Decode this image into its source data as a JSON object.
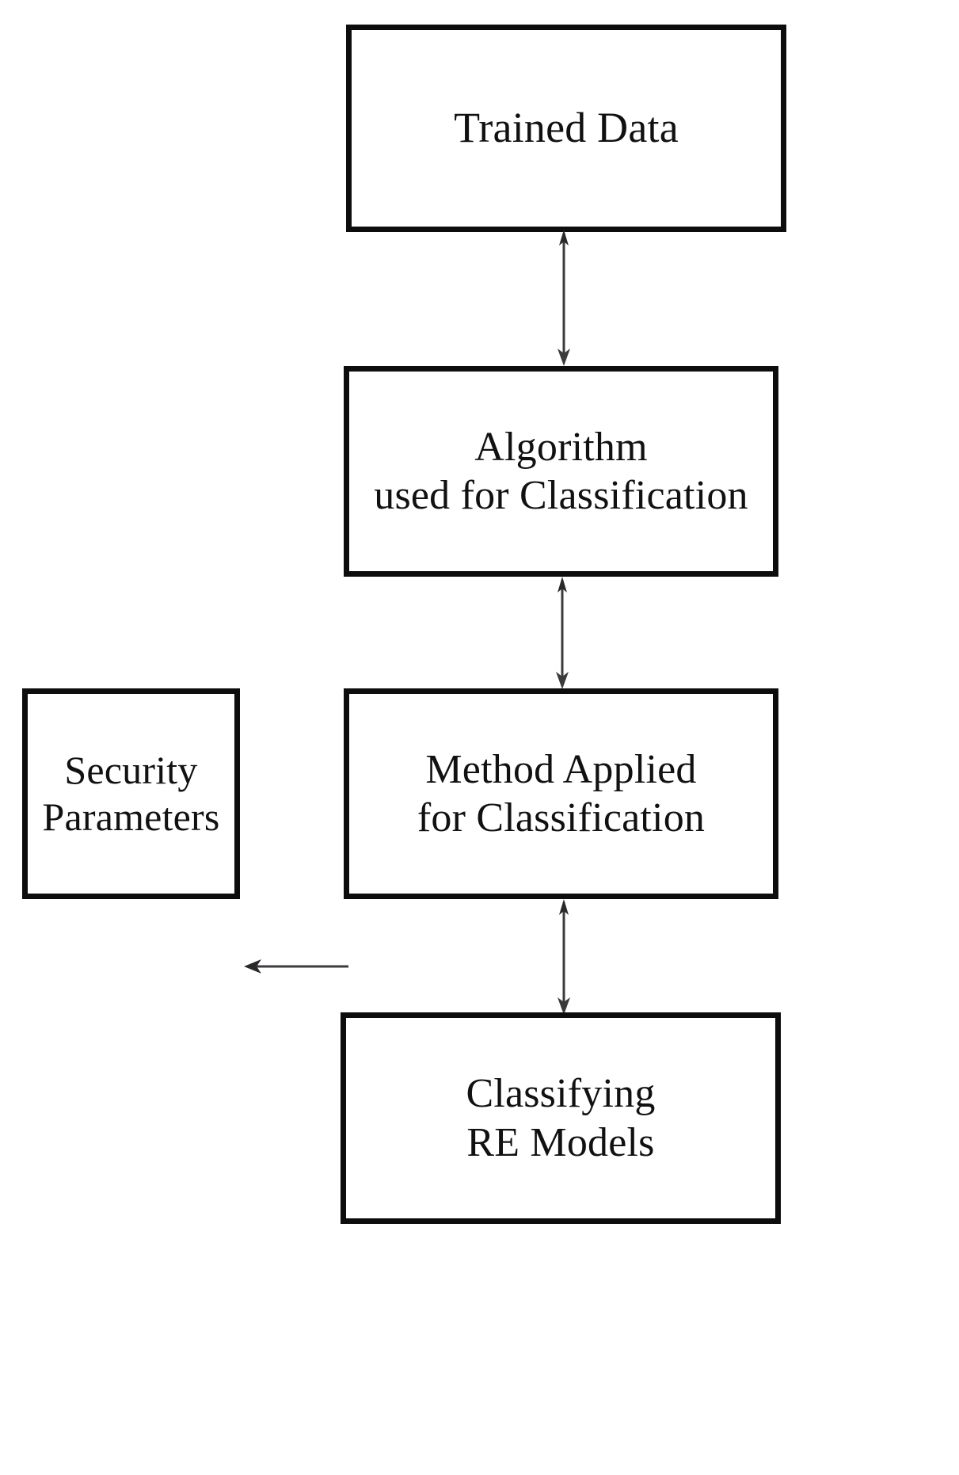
{
  "diagram": {
    "title": "Classification workflow flowchart",
    "background_color": "#ffffff",
    "stroke_color": "#0d0d0d",
    "arrow_color": "#3c3a3c",
    "nodes": [
      {
        "id": "trained-data",
        "shape": "rectangle",
        "lines": [
          "Trained Data"
        ]
      },
      {
        "id": "algorithm",
        "shape": "rectangle",
        "lines": [
          "Algorithm",
          "used for Classification"
        ]
      },
      {
        "id": "security",
        "shape": "rectangle",
        "lines": [
          "Security",
          "Parameters"
        ]
      },
      {
        "id": "method",
        "shape": "rectangle",
        "lines": [
          "Method Applied",
          "for Classification"
        ]
      },
      {
        "id": "classifying",
        "shape": "rectangle",
        "lines": [
          "Classifying",
          "RE Models"
        ]
      }
    ],
    "edges": [
      {
        "id": "edge-trained-to-algorithm",
        "from": "trained-data",
        "to": "algorithm",
        "direction": "down",
        "label": ""
      },
      {
        "id": "edge-algorithm-to-method",
        "from": "algorithm",
        "to": "method",
        "direction": "down",
        "label": ""
      },
      {
        "id": "edge-security-to-method",
        "from": "security",
        "to": "method",
        "direction": "right",
        "label": ""
      },
      {
        "id": "edge-method-to-classifying",
        "from": "method",
        "to": "classifying",
        "direction": "down",
        "label": ""
      }
    ]
  }
}
